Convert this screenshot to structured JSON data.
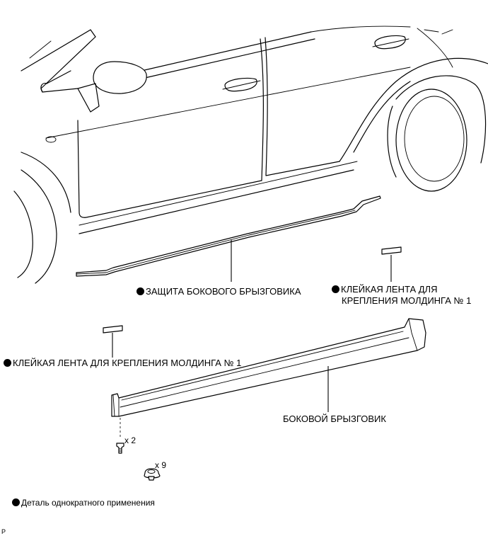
{
  "labels": {
    "side_mudguard_protector": "ЗАЩИТА БОКОВОГО БРЫЗГОВИКА",
    "tape_right_line1": "КЛЕЙКАЯ ЛЕНТА ДЛЯ",
    "tape_right_line2": "КРЕПЛЕНИЯ МОЛДИНГА № 1",
    "tape_left": "КЛЕЙКАЯ ЛЕНТА ДЛЯ КРЕПЛЕНИЯ МОЛДИНГА № 1",
    "side_mudguard": "БОКОВОЙ БРЫЗГОВИК",
    "screw_qty": "x 2",
    "clip_qty": "x 9",
    "legend_non_reusable": "Деталь однократного применения",
    "figure_code": "P"
  },
  "icons": {
    "bullet": "filled-circle",
    "screw": "screw-icon",
    "clip": "clip-icon"
  },
  "colors": {
    "ink": "#000000",
    "background": "#ffffff"
  }
}
